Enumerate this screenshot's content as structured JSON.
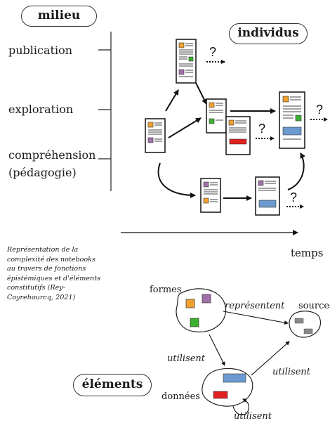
{
  "milieu": {
    "title": "milieu",
    "levels": [
      "publication",
      "exploration",
      "compréhension",
      "(pédagogie)"
    ]
  },
  "individus": {
    "title": "individus"
  },
  "time_axis": {
    "label": "temps"
  },
  "caption": "Représentation de la\ncomplexité des notebooks\nau travers de fonctions\népistémiques et d'éléments\nconstitutifs (Rey-\nCoyrehourcq, 2021)",
  "elements": {
    "title": "éléments",
    "nodes": {
      "formes": "formes",
      "sources": "sources",
      "donnees": "données"
    },
    "edges": {
      "representent": "représentent",
      "utilisent_1": "utilisent",
      "utilisent_2": "utilisent",
      "utilisent_3": "utilisent"
    }
  },
  "question_mark": "?",
  "colors": {
    "orange": "#f0a030",
    "purple": "#a070a8",
    "green": "#3cb030",
    "blue": "#6c9ad0",
    "red": "#e02020",
    "gray": "#888888"
  }
}
